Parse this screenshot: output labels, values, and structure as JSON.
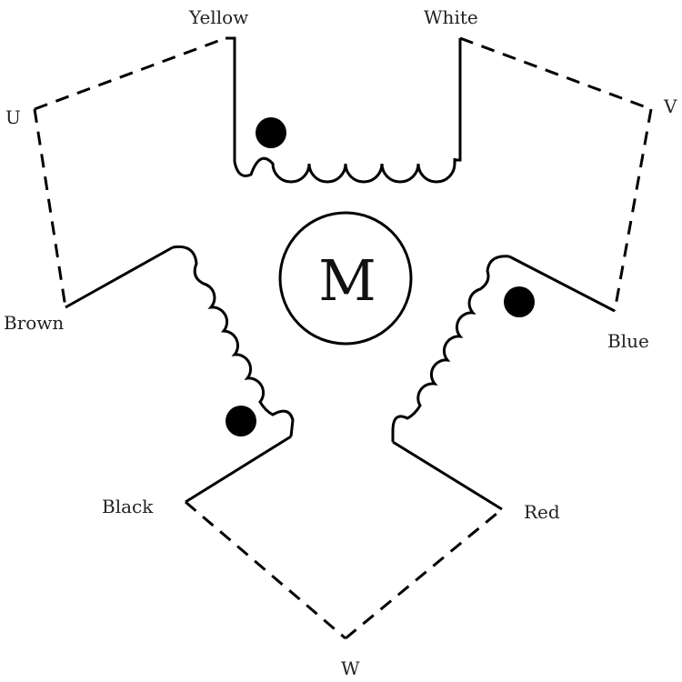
{
  "motor": {
    "label": "M"
  },
  "terminals": {
    "u": "U",
    "v": "V",
    "w": "W"
  },
  "leads": {
    "yellow": "Yellow",
    "white": "White",
    "brown": "Brown",
    "blue": "Blue",
    "black": "Black",
    "red": "Red"
  }
}
